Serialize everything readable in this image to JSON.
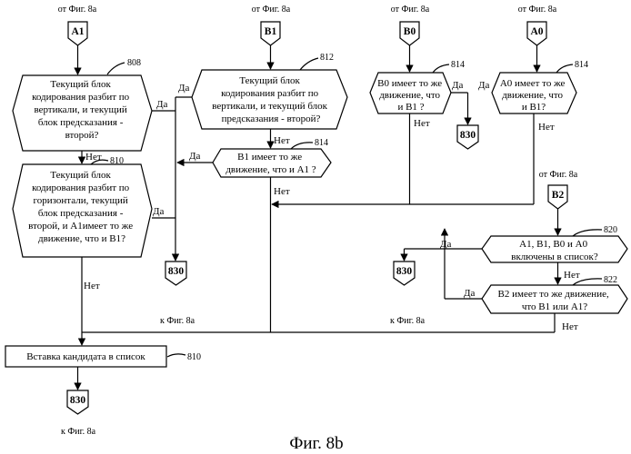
{
  "figure": {
    "caption": "Фиг. 8b",
    "from_label": "от Фиг. 8a",
    "to_label": "к Фиг. 8a"
  },
  "connectors": {
    "a1": "A1",
    "b1": "B1",
    "b0": "B0",
    "a0": "A0",
    "b2": "B2",
    "end_830": "830"
  },
  "edges": {
    "yes": "Да",
    "no": "Нет"
  },
  "blocks": {
    "b808": {
      "ref": "808",
      "lines": [
        "Текущий блок",
        "кодирования разбит по",
        "вертикали, и текущий",
        "блок предсказания -",
        "второй?"
      ]
    },
    "b810a": {
      "ref": "810",
      "lines": [
        "Текущий блок",
        "кодирования разбит по",
        "горизонтали, текущий",
        "блок предсказания -",
        "второй, и А1имеет то же",
        "движение, что и B1?"
      ]
    },
    "b812": {
      "ref": "812",
      "lines": [
        "Текущий блок",
        "кодирования разбит по",
        "вертикали, и текущий блок",
        "предсказания - второй?"
      ]
    },
    "b814a": {
      "ref": "814",
      "lines": [
        "B1 имеет то же",
        "движение, что и А1 ?"
      ]
    },
    "b814b": {
      "ref": "814",
      "lines": [
        "B0 имеет то же",
        "движение, что",
        "и B1 ?"
      ]
    },
    "b814c": {
      "ref": "814",
      "lines": [
        "A0 имеет то же",
        "движение, что",
        "и B1?"
      ]
    },
    "b820": {
      "ref": "820",
      "lines": [
        "А1, B1, B0 и А0",
        "включены в список?"
      ]
    },
    "b822": {
      "ref": "822",
      "lines": [
        "B2 имеет то же движение,",
        "что B1 или А1?"
      ]
    },
    "b810b": {
      "ref": "810",
      "lines": [
        "Вставка кандидата в список"
      ]
    }
  }
}
